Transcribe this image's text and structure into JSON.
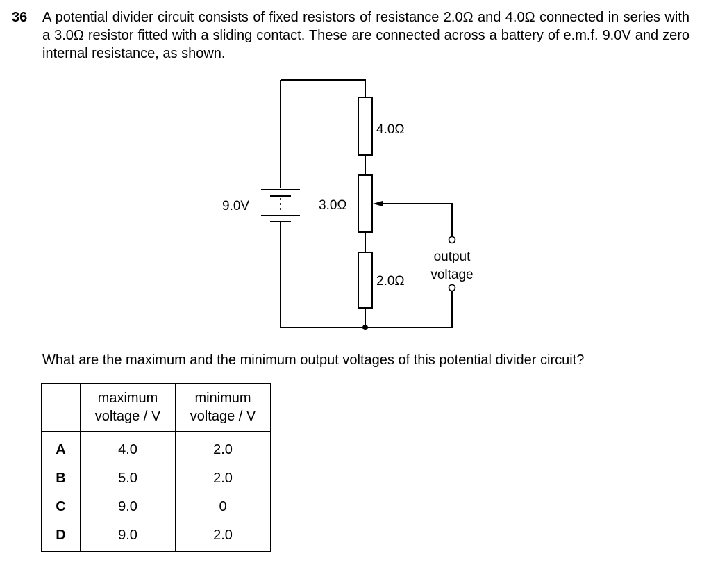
{
  "question": {
    "number": "36",
    "text": "A potential divider circuit consists of fixed resistors of resistance 2.0Ω and 4.0Ω connected in series with a 3.0Ω resistor fitted with a sliding contact. These are connected across a battery of e.m.f. 9.0V and zero internal resistance, as shown.",
    "prompt": "What are the maximum and the minimum output voltages of this potential divider circuit?"
  },
  "circuit": {
    "battery_label": "9.0V",
    "resistor_top_label": "4.0Ω",
    "resistor_middle_label": "3.0Ω",
    "resistor_bottom_label": "2.0Ω",
    "output_label_line1": "output",
    "output_label_line2": "voltage"
  },
  "table": {
    "header_max_line1": "maximum",
    "header_max_line2": "voltage / V",
    "header_min_line1": "minimum",
    "header_min_line2": "voltage / V",
    "rows": [
      {
        "letter": "A",
        "max": "4.0",
        "min": "2.0"
      },
      {
        "letter": "B",
        "max": "5.0",
        "min": "2.0"
      },
      {
        "letter": "C",
        "max": "9.0",
        "min": "0"
      },
      {
        "letter": "D",
        "max": "9.0",
        "min": "2.0"
      }
    ]
  }
}
